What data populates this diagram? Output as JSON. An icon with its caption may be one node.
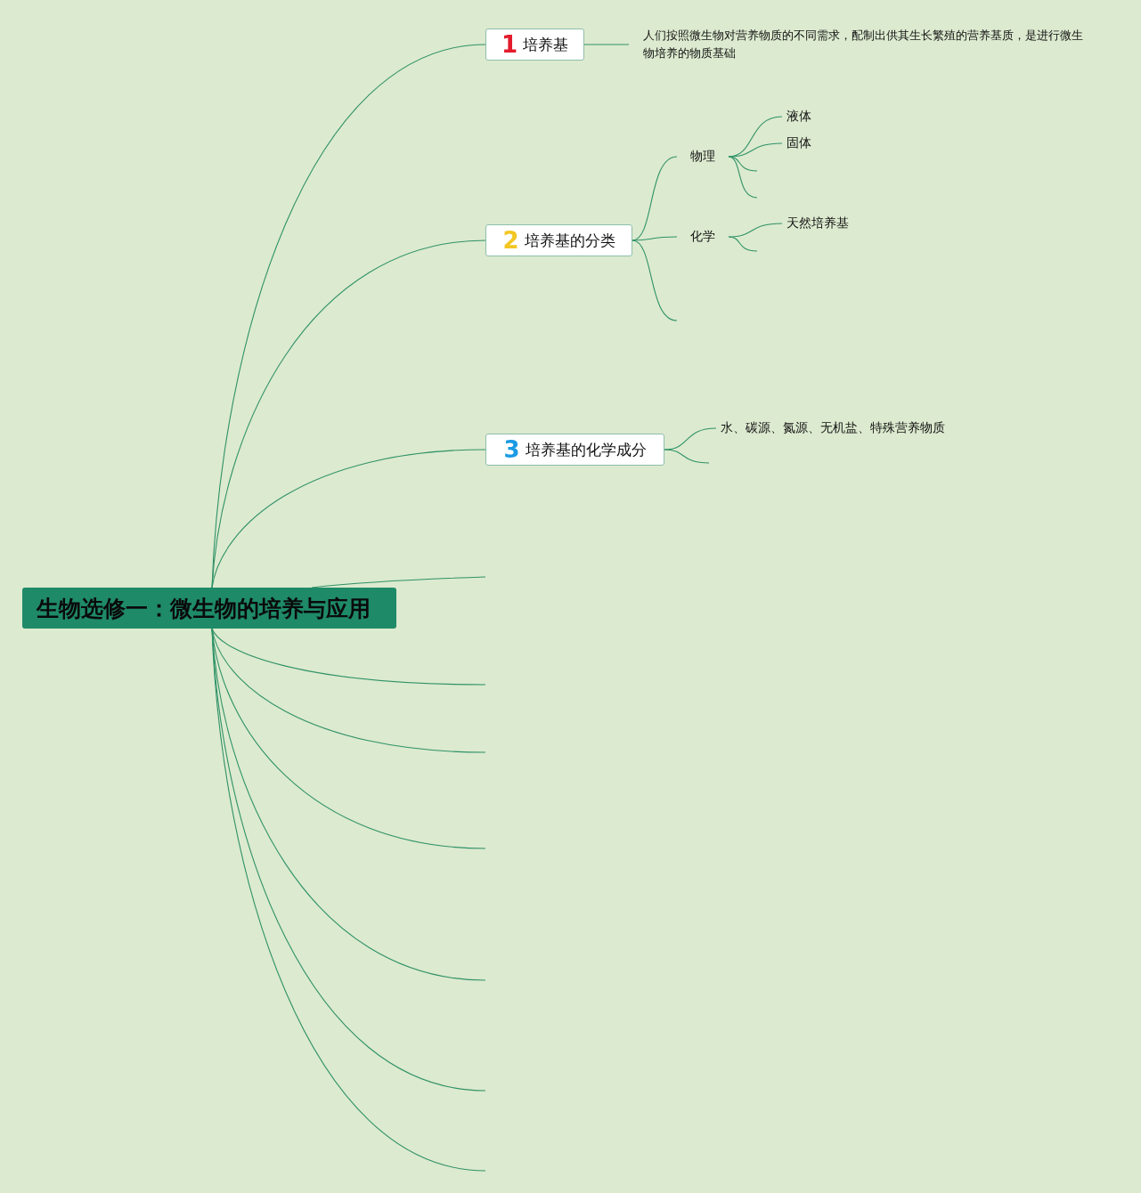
{
  "diagram": {
    "nodes": [
      {
        "text": [
          "生物选修一：微生物的培养与应用"
        ]
      },
      {
        "text": [
          "1",
          "培养基"
        ]
      },
      {
        "text": [
          "人们按照微生物对营养物质的不同需求，配制出供其生长繁殖的营养基质，是进行微生物培养的物质基础"
        ]
      },
      {
        "text": [
          "2",
          "培养基的分类"
        ]
      },
      {
        "text": [
          "物理"
        ]
      },
      {
        "text": [
          "液体"
        ]
      },
      {
        "text": [
          "固体"
        ]
      },
      {
        "text": [
          "化学"
        ]
      },
      {
        "text": [
          "天然培养基"
        ]
      },
      {
        "text": [
          "3",
          "培养基的化学成分"
        ]
      },
      {
        "text": [
          "水、碳源、氮源、无机盐、特殊营养物质"
        ]
      }
    ],
    "edges": [
      {
        "from": 0,
        "to": 1,
        "arrow": "none"
      },
      {
        "from": 1,
        "to": 2,
        "arrow": "none"
      },
      {
        "from": 0,
        "to": 3,
        "arrow": "none"
      },
      {
        "from": 3,
        "to": 4,
        "arrow": "none"
      },
      {
        "from": 4,
        "to": 5,
        "arrow": "none"
      },
      {
        "from": 4,
        "to": 6,
        "arrow": "none"
      },
      {
        "from": 4,
        "to": null,
        "arrow": "none"
      },
      {
        "from": 4,
        "to": null,
        "arrow": "none"
      },
      {
        "from": 3,
        "to": 7,
        "arrow": "none"
      },
      {
        "from": 7,
        "to": 8,
        "arrow": "none"
      },
      {
        "from": 7,
        "to": null,
        "arrow": "none"
      },
      {
        "from": 3,
        "to": null,
        "arrow": "none"
      },
      {
        "from": 0,
        "to": 9,
        "arrow": "none"
      },
      {
        "from": 9,
        "to": 10,
        "arrow": "none"
      },
      {
        "from": 9,
        "to": null,
        "arrow": "none"
      },
      {
        "from": 0,
        "to": null,
        "arrow": "none"
      },
      {
        "from": 0,
        "to": null,
        "arrow": "none"
      },
      {
        "from": 0,
        "to": null,
        "arrow": "none"
      },
      {
        "from": 0,
        "to": null,
        "arrow": "none"
      },
      {
        "from": 0,
        "to": null,
        "arrow": "none"
      },
      {
        "from": 0,
        "to": null,
        "arrow": "none"
      },
      {
        "from": 0,
        "to": null,
        "arrow": "none"
      }
    ]
  }
}
